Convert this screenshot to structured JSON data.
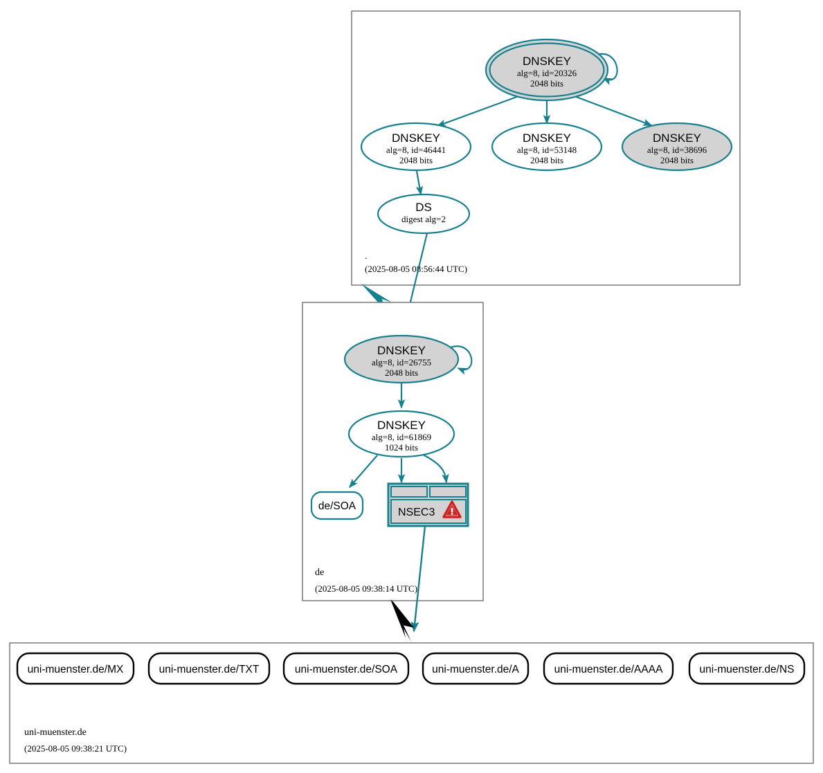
{
  "diagram": {
    "type": "dnssec-authentication-chain",
    "colors": {
      "edge_teal": "#17808f",
      "node_fill_secure": "#d3d3d3",
      "node_fill_plain": "#ffffff",
      "cluster_border": "#808080",
      "record_border": "#000000",
      "warning_red": "#cc2222"
    }
  },
  "clusters": [
    {
      "id": "root",
      "zone_label": ".",
      "timestamp": "(2025-08-05 08:56:44 UTC)"
    },
    {
      "id": "de",
      "zone_label": "de",
      "timestamp": "(2025-08-05 09:38:14 UTC)"
    },
    {
      "id": "uni-muenster",
      "zone_label": "uni-muenster.de",
      "timestamp": "(2025-08-05 09:38:21 UTC)"
    }
  ],
  "nodes": {
    "root_ksk": {
      "title": "DNSKEY",
      "line2": "alg=8, id=20326",
      "line3": "2048 bits"
    },
    "root_zsk_46441": {
      "title": "DNSKEY",
      "line2": "alg=8, id=46441",
      "line3": "2048 bits"
    },
    "root_zsk_53148": {
      "title": "DNSKEY",
      "line2": "alg=8, id=53148",
      "line3": "2048 bits"
    },
    "root_zsk_38696": {
      "title": "DNSKEY",
      "line2": "alg=8, id=38696",
      "line3": "2048 bits"
    },
    "root_ds": {
      "title": "DS",
      "line2": "digest alg=2"
    },
    "de_ksk": {
      "title": "DNSKEY",
      "line2": "alg=8, id=26755",
      "line3": "2048 bits"
    },
    "de_zsk": {
      "title": "DNSKEY",
      "line2": "alg=8, id=61869",
      "line3": "1024 bits"
    },
    "de_soa": {
      "title": "de/SOA"
    },
    "de_nsec3": {
      "title": "NSEC3",
      "warning_icon": "warning-triangle-icon"
    }
  },
  "records": [
    {
      "label": "uni-muenster.de/MX"
    },
    {
      "label": "uni-muenster.de/TXT"
    },
    {
      "label": "uni-muenster.de/SOA"
    },
    {
      "label": "uni-muenster.de/A"
    },
    {
      "label": "uni-muenster.de/AAAA"
    },
    {
      "label": "uni-muenster.de/NS"
    }
  ]
}
